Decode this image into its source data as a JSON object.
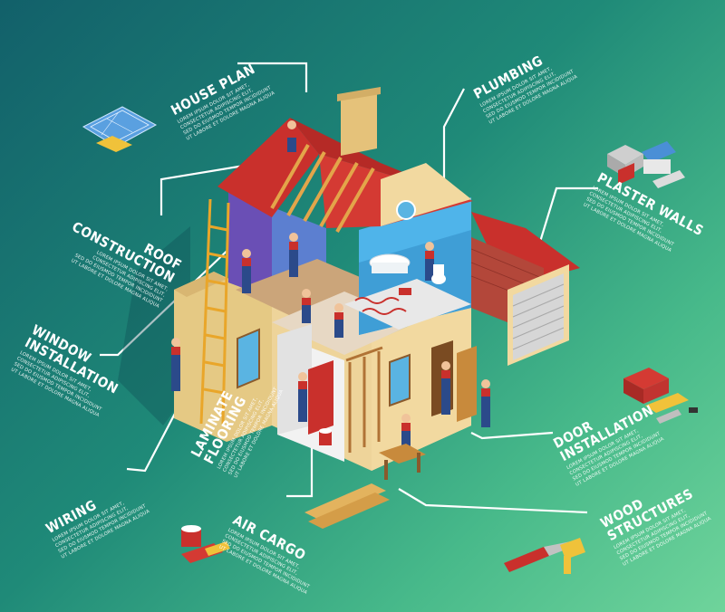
{
  "labels": {
    "house_plan": {
      "title": "HOUSE PLAN",
      "body": "LOREM IPSUM DOLOR SIT AMET,\nCONSECTETUR ADIPISCING ELIT,\nSED DO EIUSMOD TEMPOR INCIDIDUNT\nUT LABORE ET DOLORE MAGNA ALIQUA"
    },
    "plumbing": {
      "title": "PLUMBING",
      "body": "LOREM IPSUM DOLOR SIT AMET,\nCONSECTETUR ADIPISCING ELIT,\nSED DO EIUSMOD TEMPOR INCIDIDUNT\nUT LABORE ET DOLORE MAGNA ALIQUA"
    },
    "roof_construction": {
      "title": "ROOF\nCONSTRUCTION",
      "body": "LOREM IPSUM DOLOR SIT AMET,\nCONSECTETUR ADIPISCING ELIT,\nSED DO EIUSMOD TEMPOR INCIDIDUNT\nUT LABORE ET DOLORE MAGNA ALIQUA"
    },
    "plaster_walls": {
      "title": "PLASTER WALLS",
      "body": "LOREM IPSUM DOLOR SIT AMET,\nCONSECTETUR ADIPISCING ELIT,\nSED DO EIUSMOD TEMPOR INCIDIDUNT\nUT LABORE ET DOLORE MAGNA ALIQUA"
    },
    "window_installation": {
      "title": "WINDOW\nINSTALLATION",
      "body": "LOREM IPSUM DOLOR SIT AMET,\nCONSECTETUR ADIPISCING ELIT,\nSED DO EIUSMOD TEMPOR INCIDIDUNT\nUT LABORE ET DOLORE MAGNA ALIQUA"
    },
    "door_installation": {
      "title": "DOOR\nINSTALLATION",
      "body": "LOREM IPSUM DOLOR SIT AMET,\nCONSECTETUR ADIPISCING ELIT,\nSED DO EIUSMOD TEMPOR INCIDIDUNT\nUT LABORE ET DOLORE MAGNA ALIQUA"
    },
    "laminate_flooring": {
      "title": "LAMINATE\nFLOORING",
      "body": "LOREM IPSUM DOLOR SIT AMET,\nCONSECTETUR ADIPISCING ELIT,\nSED DO EIUSMOD TEMPOR INCIDIDUNT\nUT LABORE ET DOLORE MAGNA ALIQUA"
    },
    "wiring": {
      "title": "WIRING",
      "body": "LOREM IPSUM DOLOR SIT AMET,\nCONSECTETUR ADIPISCING ELIT,\nSED DO EIUSMOD TEMPOR INCIDIDUNT\nUT LABORE ET DOLORE MAGNA ALIQUA"
    },
    "air_cargo": {
      "title": "AIR CARGO",
      "body": "LOREM IPSUM DOLOR SIT AMET,\nCONSECTETUR ADIPISCING ELIT,\nSED DO EIUSMOD TEMPOR INCIDIDUNT\nUT LABORE ET DOLORE MAGNA ALIQUA"
    },
    "wood_structures": {
      "title": "WOOD\nSTRUCTURES",
      "body": "LOREM IPSUM DOLOR SIT AMET,\nCONSECTETUR ADIPISCING ELIT,\nSED DO EIUSMOD TEMPOR INCIDIDUNT\nUT LABORE ET DOLORE MAGNA ALIQUA"
    }
  },
  "colors": {
    "roof": "#c9302c",
    "wall": "#e8cf8e",
    "wall_shade": "#c9a867",
    "worker_overall": "#2b4a8a",
    "worker_shirt": "#c9302c",
    "ladder": "#e9a62a",
    "floor_wood": "#c88a3c",
    "bathroom_tile": "#3aa1d8",
    "brick": "#b3473a",
    "garage_door": "#d6d6d6"
  }
}
